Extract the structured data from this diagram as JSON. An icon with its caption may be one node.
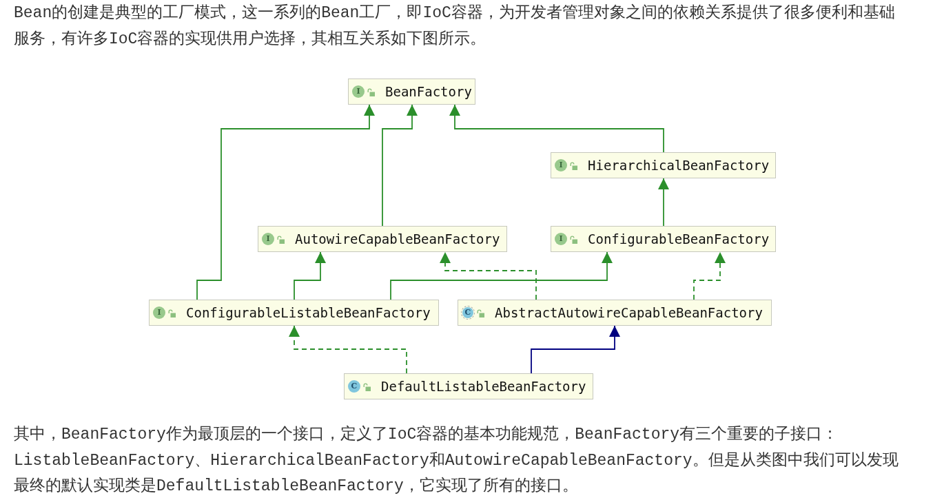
{
  "diagram": {
    "nodes": [
      {
        "text": [
          "I",
          "BeanFactory"
        ]
      },
      {
        "text": [
          "I",
          "HierarchicalBeanFactory"
        ]
      },
      {
        "text": [
          "I",
          "AutowireCapableBeanFactory"
        ]
      },
      {
        "text": [
          "I",
          "ConfigurableBeanFactory"
        ]
      },
      {
        "text": [
          "I",
          "ConfigurableListableBeanFactory"
        ]
      },
      {
        "text": [
          "C",
          "AbstractAutowireCapableBeanFactory"
        ]
      },
      {
        "text": [
          "C",
          "DefaultListableBeanFactory"
        ]
      }
    ],
    "edges": [
      {
        "from": 4,
        "to": 0,
        "arrow": "to"
      },
      {
        "from": 2,
        "to": 0,
        "arrow": "to"
      },
      {
        "from": 1,
        "to": 0,
        "arrow": "to"
      },
      {
        "from": 3,
        "to": 1,
        "arrow": "to"
      },
      {
        "from": 4,
        "to": 2,
        "arrow": "to"
      },
      {
        "from": 4,
        "to": 3,
        "arrow": "to"
      },
      {
        "from": 5,
        "to": 2,
        "arrow": "to",
        "style": "dashed"
      },
      {
        "from": 5,
        "to": 3,
        "arrow": "to",
        "style": "dashed"
      },
      {
        "from": 6,
        "to": 4,
        "arrow": "to",
        "style": "dashed"
      },
      {
        "from": 6,
        "to": 5,
        "arrow": "to",
        "color": "#000080"
      }
    ],
    "labels": [
      "Bean的创建是典型的工厂模式，这一系列的Bean工厂，即IoC容器，为开发者管理对象之间的依赖关系提供了很多便利和基础服务，有许多IoC容器的实现供用户选择，其相互关系如下图所示。",
      "其中，BeanFactory作为最顶层的一个接口，定义了IoC容器的基本功能规范，BeanFactory有三个重要的子接口：ListableBeanFactory、HierarchicalBeanFactory和AutowireCapableBeanFactory。但是从类图中我们可以发现最终的默认实现类是DefaultListableBeanFactory，它实现了所有的接口。"
    ]
  }
}
